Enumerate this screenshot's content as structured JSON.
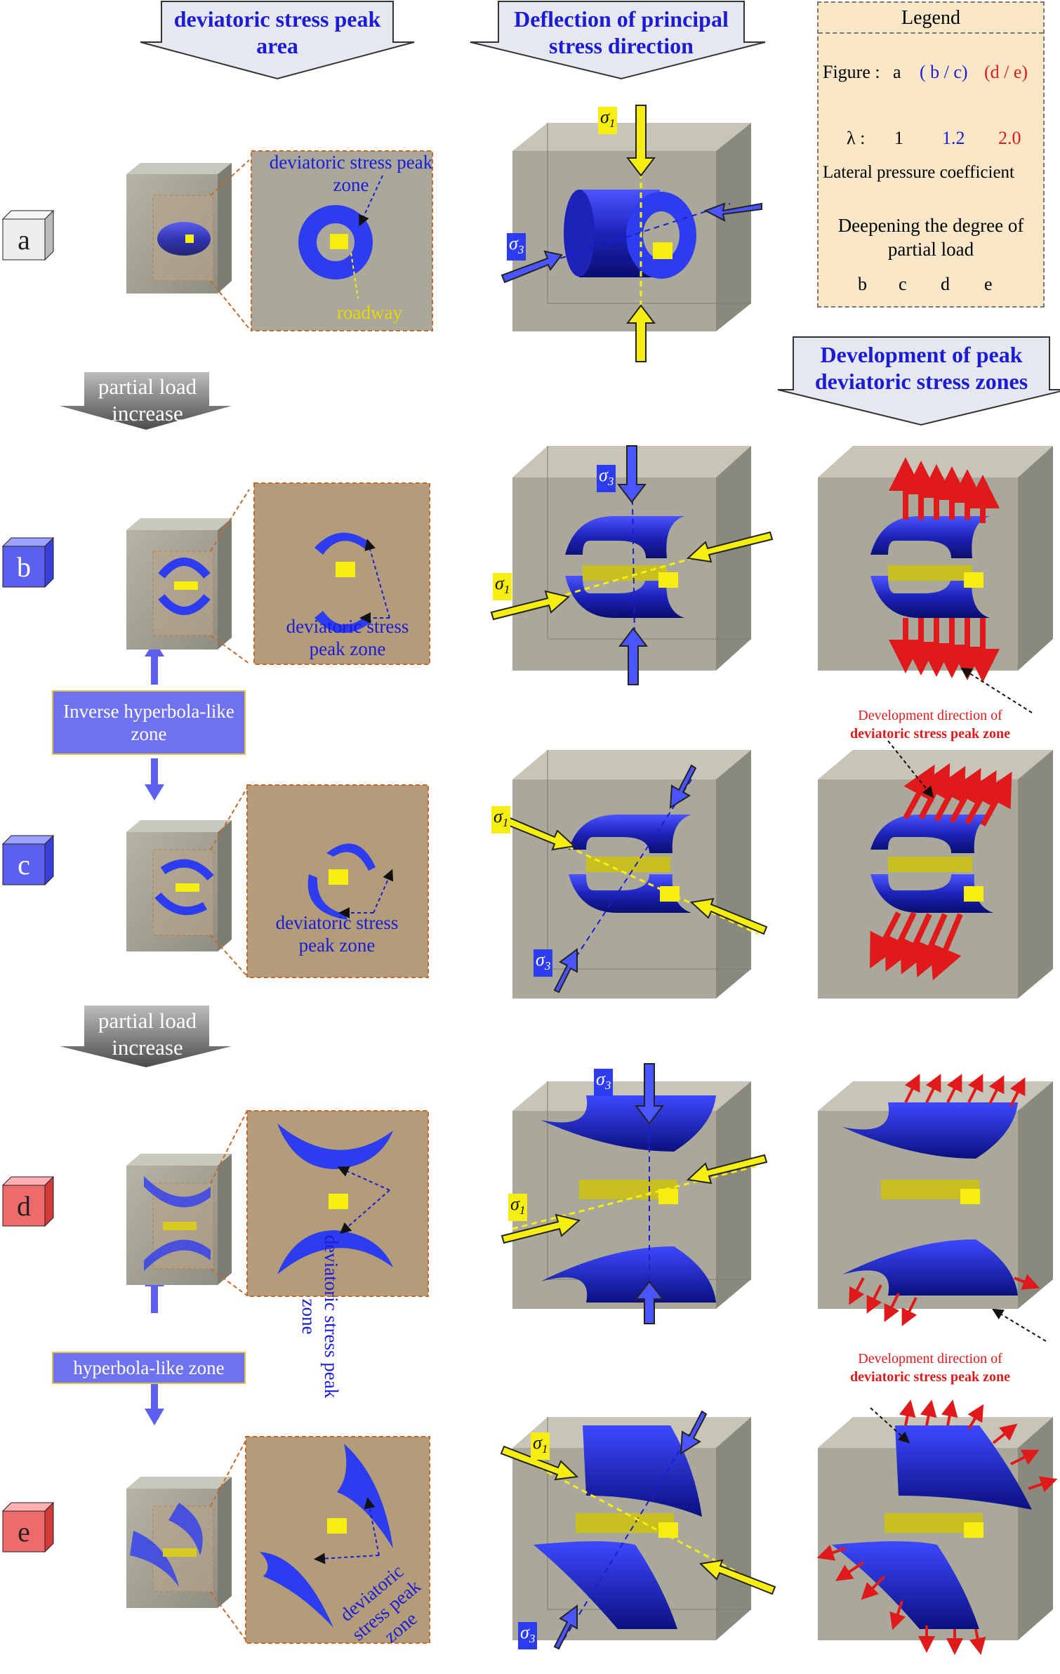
{
  "headers": {
    "col1": "deviatoric stress peak area",
    "col2": "Deflection of principal stress direction",
    "col3": "Development of peak deviatoric stress zones"
  },
  "legend": {
    "title": "Legend",
    "figure_label": "Figure :",
    "fig_a": "a",
    "fig_bc": "( b / c)",
    "fig_de": "(d / e)",
    "lambda_label": "λ :",
    "lambda_a": "1",
    "lambda_bc": "1.2",
    "lambda_de": "2.0",
    "lateral": "Lateral pressure coefficient",
    "deepening": "Deepening the degree of partial load",
    "sequence": [
      "b",
      "c",
      "d",
      "e"
    ]
  },
  "rows": [
    "a",
    "b",
    "c",
    "d",
    "e"
  ],
  "labels": {
    "zone_a": "deviatoric stress peak zone",
    "roadway": "roadway",
    "zone_b": "deviatoric stress peak zone",
    "zone_c": "deviatoric stress peak zone",
    "zone_d": "deviatoric stress peak zone",
    "zone_e": "deviatoric stress peak zone",
    "partial_load": "partial load increase",
    "inverse_zone": "Inverse hyperbola-like zone",
    "hyperbola_zone": "hyperbola-like zone",
    "dev_dir_line1": "Development direction of",
    "dev_dir_line2": "deviatoric stress peak zone"
  },
  "sigma": {
    "s1": "σ",
    "s3": "σ",
    "sub1": "1",
    "sub3": "3"
  },
  "colors": {
    "blue": "#1c1cd6",
    "zone_blue": "#2e3cf0",
    "roadway_yellow": "#f5ee10",
    "rock_gray": "#a9a89a",
    "tan": "#b39c7a",
    "red": "#e01a1a",
    "label_blue_box": "#6f72ef",
    "label_red_box": "#ef6a6a",
    "label_gray_box": "#e9e9e9"
  }
}
